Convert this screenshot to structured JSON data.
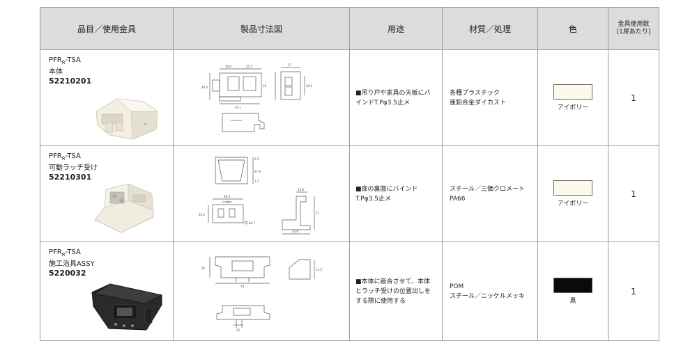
{
  "headers": {
    "item": "品目／使用金具",
    "drawing": "製品寸法図",
    "use": "用途",
    "material": "材質／処理",
    "color": "色",
    "qty_line1": "金具使用数",
    "qty_line2": "[1扉あたり]"
  },
  "rows": [
    {
      "name_prefix": "PFR",
      "name_sub": "R",
      "name_suffix": "-TSA",
      "part": "本体",
      "code": "52210201",
      "use": "■吊り戸や家具の天板にバインドT.Pφ3.5止メ",
      "material_line1": "各種プラスチック",
      "material_line2": "亜鉛合金ダイカスト",
      "color_name": "アイボリー",
      "swatch": "#fdf9ec",
      "qty": "1",
      "dims": {
        "d1": "26.6",
        "d2": "25.1",
        "d3": "27",
        "d4": "40.4",
        "d5": "16",
        "d6": "30.5",
        "d7": "45.1"
      }
    },
    {
      "name_prefix": "PFR",
      "name_sub": "R",
      "name_suffix": "-TSA",
      "part": "可動ラッチ受け",
      "code": "52210301",
      "use": "■扉の裏面にバインドT.Pφ3.5止メ",
      "material_line1": "スチール／三価クロメート",
      "material_line2": "PA66",
      "color_name": "アイボリー",
      "swatch": "#fdf9ec",
      "qty": "1",
      "dims": {
        "d1": "2.5",
        "d2": "27.9",
        "d3": "3.2",
        "d4": "36.4",
        "d5": "12",
        "d6": "13.6",
        "d7": "27",
        "d8": "33.6",
        "d9": "φ3.7",
        "d10": "20.5"
      }
    },
    {
      "name_prefix": "PFR",
      "name_sub": "R",
      "name_suffix": "-TSA",
      "part": "施工治具ASSY",
      "code": "5220032",
      "use": "■本体に嵌合させて、本体とラッチ受けの位置出しをする際に使用する",
      "material_line1": "POM",
      "material_line2": "スチール／ニッケルメッキ",
      "color_name": "黒",
      "swatch": "#0a0a0a",
      "qty": "1",
      "dims": {
        "d1": "35",
        "d2": "74",
        "d3": "11.5",
        "d4": "12"
      }
    }
  ]
}
